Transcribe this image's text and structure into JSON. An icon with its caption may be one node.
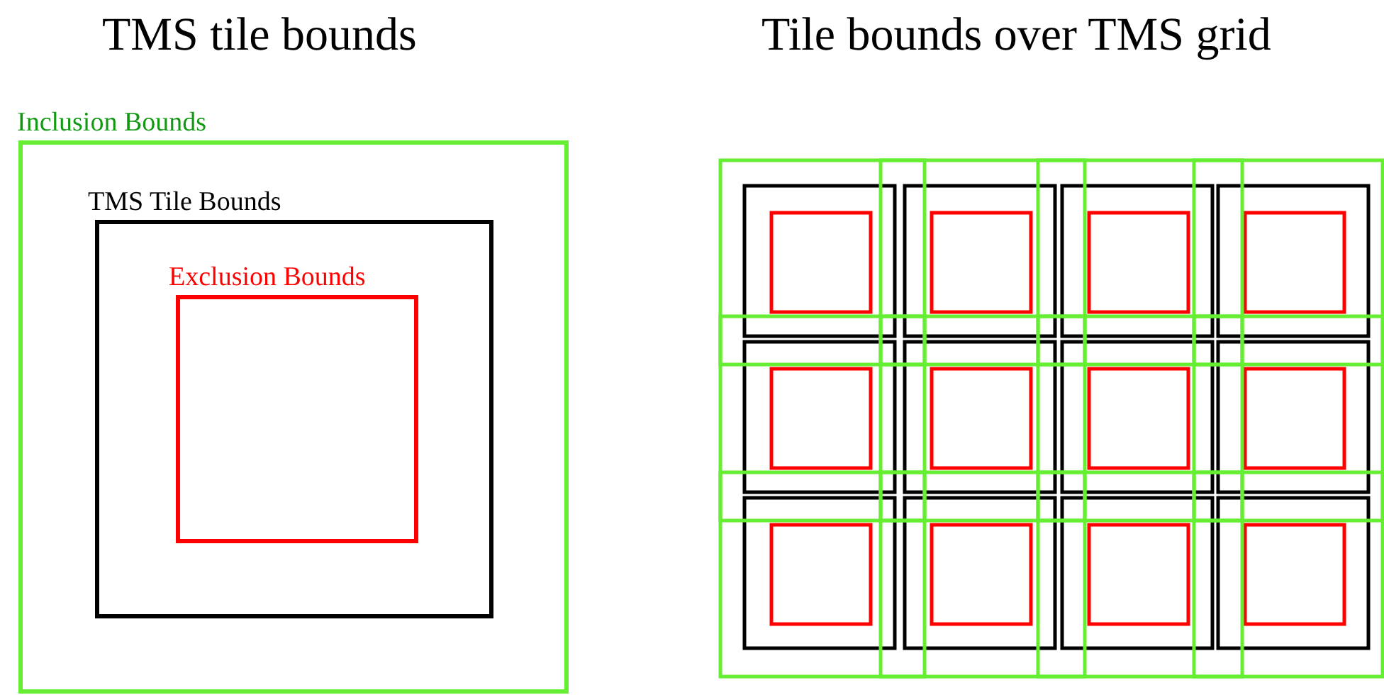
{
  "diagram": {
    "nodes": [
      {
        "text": [
          "Inclusion Bounds"
        ]
      },
      {
        "text": [
          "TMS Tile Bounds"
        ],
        "in": 0
      },
      {
        "text": [
          "Exclusion Bounds"
        ],
        "in": 1
      }
    ],
    "labels": [
      "TMS tile bounds",
      "Tile bounds over TMS grid"
    ]
  }
}
